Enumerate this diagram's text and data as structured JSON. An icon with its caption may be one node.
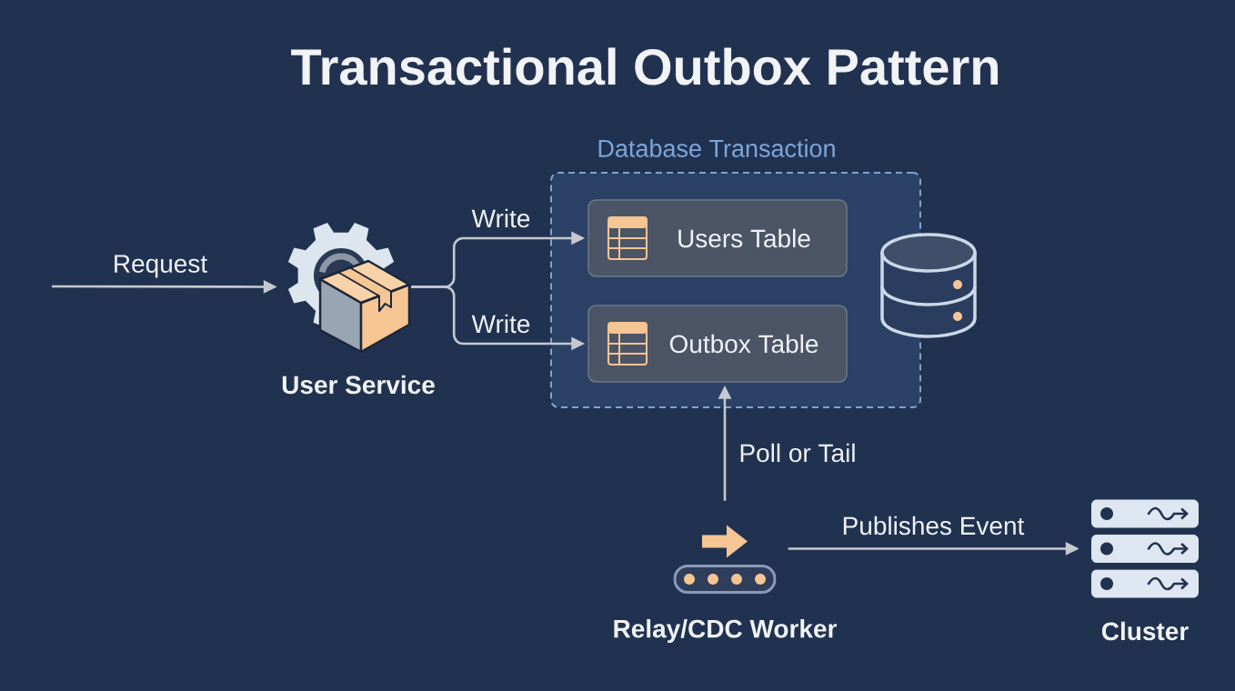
{
  "diagram": {
    "title": "Transactional Outbox Pattern",
    "nodes": [
      {
        "text": [
          "User Service"
        ]
      },
      {
        "text": [
          "Database Transaction"
        ]
      },
      {
        "text": [
          "Users Table"
        ],
        "in": 1
      },
      {
        "text": [
          "Outbox Table"
        ],
        "in": 1
      },
      {
        "text": [
          "Relay/CDC Worker"
        ]
      },
      {
        "text": [
          "Cluster"
        ]
      }
    ],
    "edges": [
      {
        "from": null,
        "to": 0,
        "arrow": "to",
        "label": "Request"
      },
      {
        "from": 0,
        "to": 2,
        "arrow": "to",
        "label": "Write"
      },
      {
        "from": 0,
        "to": 3,
        "arrow": "to",
        "label": "Write"
      },
      {
        "from": 4,
        "to": 3,
        "arrow": "to",
        "label": "Poll or Tail"
      },
      {
        "from": 4,
        "to": 5,
        "arrow": "to",
        "label": "Publishes Event"
      }
    ]
  }
}
